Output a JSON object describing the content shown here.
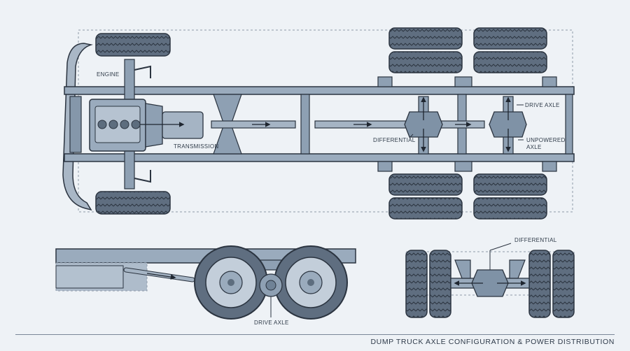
{
  "labels": {
    "engine": "ENGINE",
    "transmission": "TRANSMISSION",
    "differential_top": "DIFFERENTIAL",
    "drive_axle_top": "DRIVE AXLE",
    "unpowered_axle_line1": "UNPOWERED",
    "unpowered_axle_line2": "AXLE",
    "drive_axle_bottom": "DRIVE AXLE",
    "differential_rear": "DIFFERENTIAL"
  },
  "caption": "DUMP TRUCK AXLE CONFIGURATION & POWER DISTRIBUTION",
  "colors": {
    "background": "#eef2f6",
    "steel": "#97a8ba",
    "steel_dark": "#6f8296",
    "outline": "#2b3440",
    "tire": "#5c6b7c"
  }
}
